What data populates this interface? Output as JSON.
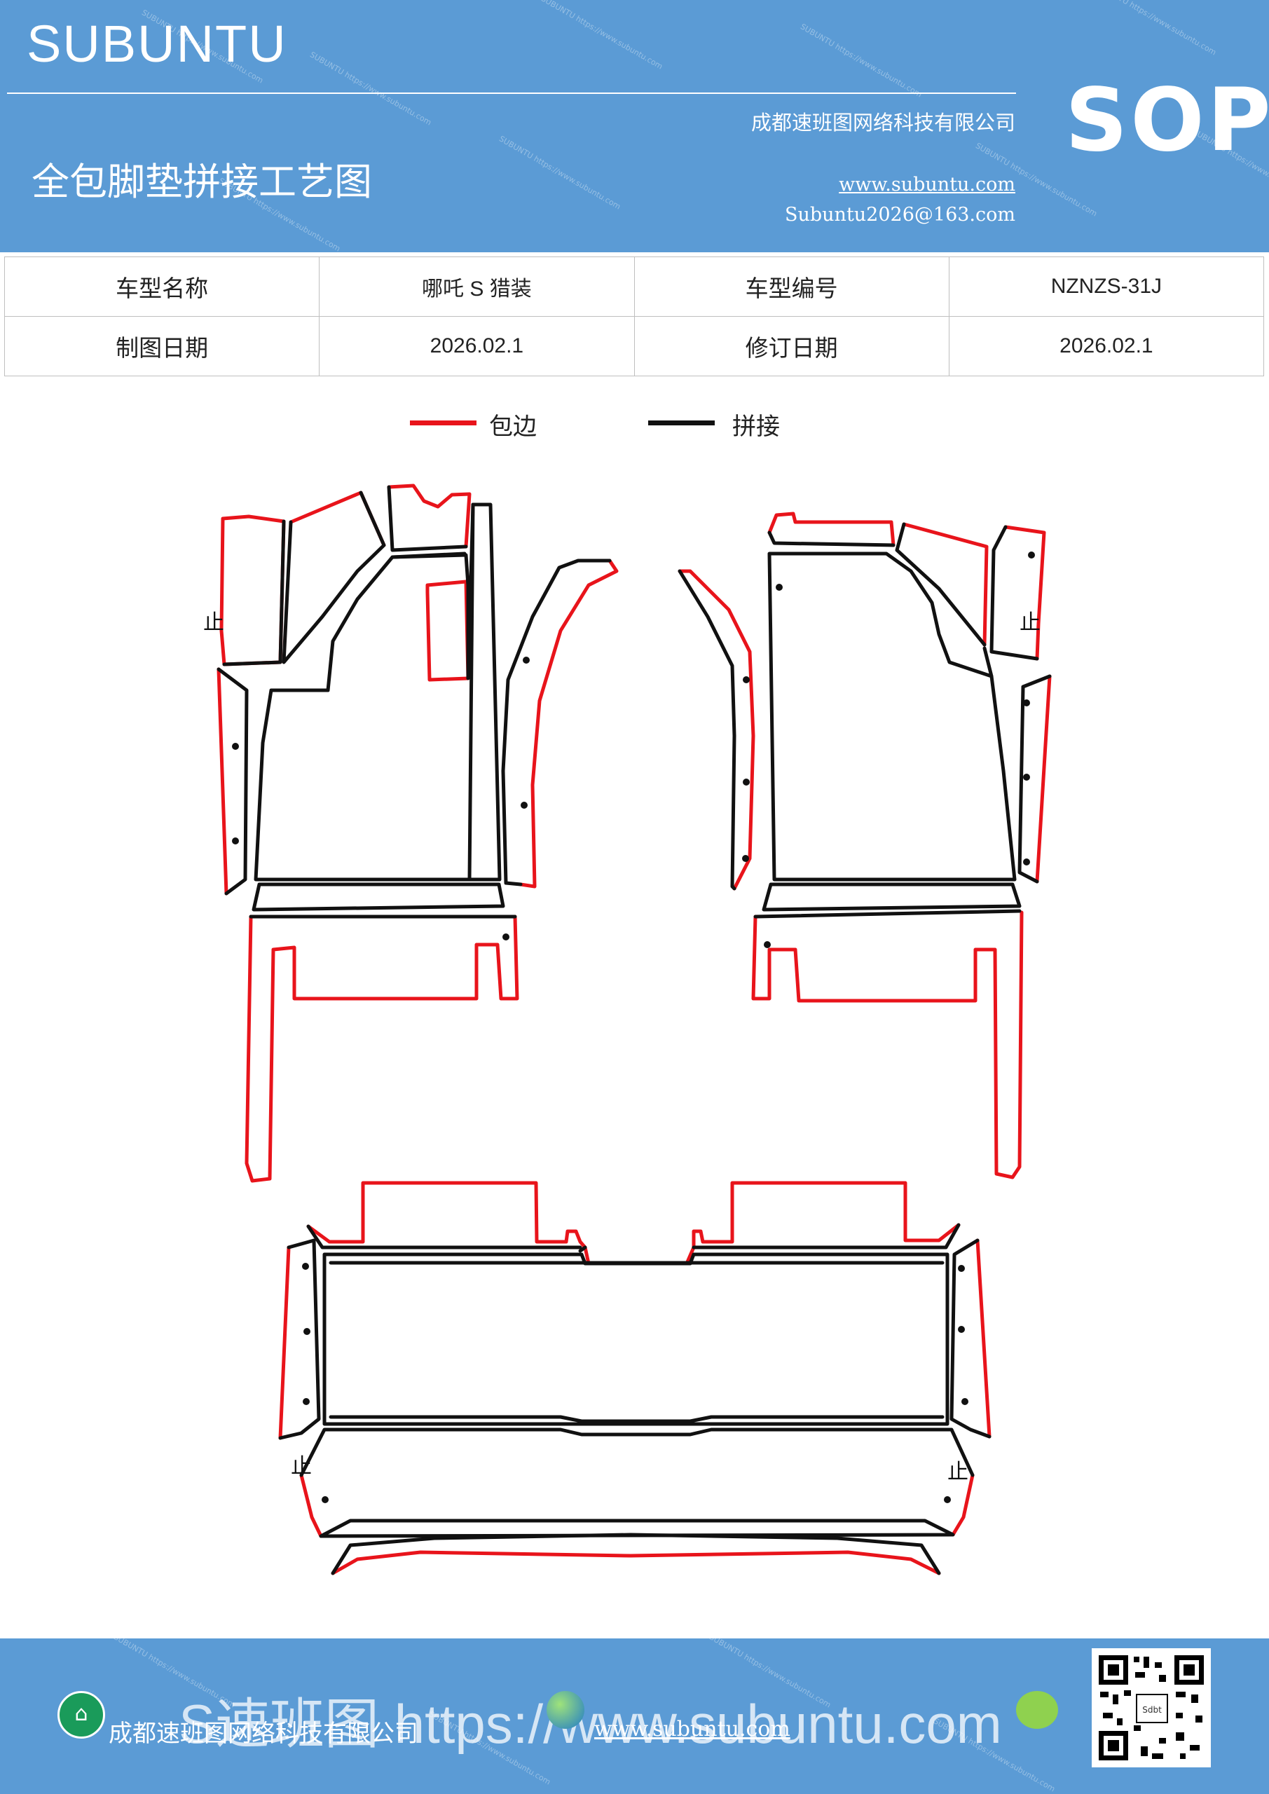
{
  "header": {
    "brand": "SUBUNTU",
    "sop": "SOP",
    "title": "全包脚垫拼接工艺图",
    "company": "成都速班图网络科技有限公司",
    "url": "www.subuntu.com",
    "email": "Subuntu2026@163.com",
    "watermark": "SUBUNTU https://www.subuntu.com"
  },
  "info_table": {
    "rows": [
      [
        "车型名称",
        "哪吒 S 猎装",
        "车型编号",
        "NZNZS-31J"
      ],
      [
        "制图日期",
        "2026.02.1",
        "修订日期",
        "2026.02.1"
      ]
    ]
  },
  "legend": {
    "edge_label": "包边",
    "joint_label": "拼接",
    "edge_color": "#e8141b",
    "joint_color": "#111111"
  },
  "diagram": {
    "stop_mark": "止"
  },
  "footer": {
    "company": "成都速班图网络科技有限公司",
    "url": "www.subuntu.com",
    "overlay": "S速班图 https://www.subuntu.com",
    "qr_label": "Sdbt"
  },
  "colors": {
    "header_bg": "#5b9bd5",
    "edge": "#e8141b",
    "joint": "#111111"
  }
}
